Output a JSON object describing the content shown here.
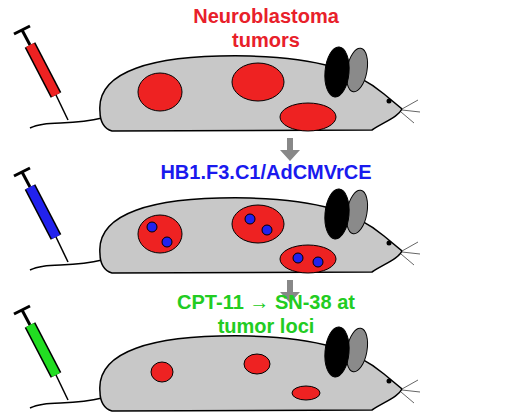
{
  "diagram": {
    "labels": [
      "Neuroblastoma tumors",
      "HB1.F3.C1/AdCMVrCE",
      "CPT-11 → SN-38 at tumor loci"
    ]
  }
}
